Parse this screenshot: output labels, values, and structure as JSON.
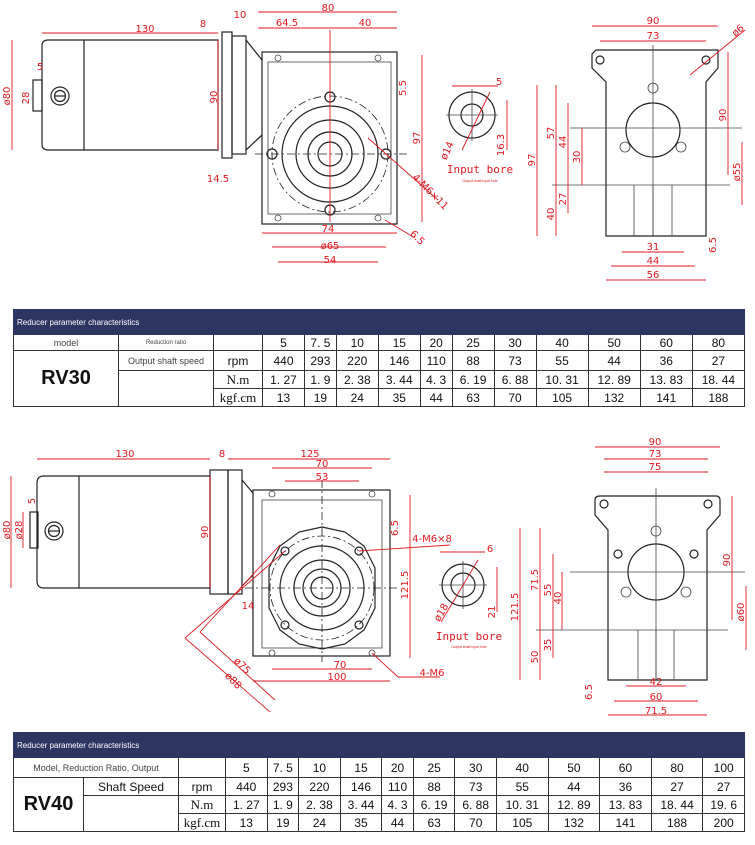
{
  "rv30_drawing": {
    "side_view": [
      "130",
      "8",
      "10",
      "80",
      "64.5",
      "40",
      "ø80",
      "28",
      "5",
      "90",
      "5.5",
      "97",
      "14.5",
      "4-M6×11",
      "74",
      "ø65",
      "54",
      "6.5"
    ],
    "input_bore": {
      "dims": [
        "5",
        "ø14",
        "16.3"
      ],
      "label": "Input bore",
      "sublabel": "Output shaft input hole"
    },
    "end_view": [
      "90",
      "73",
      "ø6",
      "97",
      "57",
      "44",
      "30",
      "90",
      "ø55",
      "27",
      "40",
      "6.5",
      "31",
      "44",
      "56"
    ]
  },
  "rv30_table": {
    "header": "Reducer parameter characteristics",
    "model_label": "model",
    "ratio_label": "Reduction ratio",
    "speed_label": "Output shaft speed",
    "model": "RV30",
    "units": [
      "rpm",
      "N.m",
      "kgf.cm"
    ],
    "ratios": [
      "5",
      "7. 5",
      "10",
      "15",
      "20",
      "25",
      "30",
      "40",
      "50",
      "60",
      "80"
    ],
    "rpm": [
      "440",
      "293",
      "220",
      "146",
      "110",
      "88",
      "73",
      "55",
      "44",
      "36",
      "27"
    ],
    "nm": [
      "1. 27",
      "1. 9",
      "2. 38",
      "3. 44",
      "4. 3",
      "6. 19",
      "6. 88",
      "10. 31",
      "12. 89",
      "13. 83",
      "18. 44"
    ],
    "kgfcm": [
      "13",
      "19",
      "24",
      "35",
      "44",
      "63",
      "70",
      "105",
      "132",
      "141",
      "188"
    ]
  },
  "rv40_drawing": {
    "side_view": [
      "130",
      "8",
      "125",
      "70",
      "53",
      "ø80",
      "ø28",
      "5",
      "90",
      "6.5",
      "4-M6×8",
      "121.5",
      "14",
      "ø75",
      "ø88",
      "70",
      "100",
      "4-M6"
    ],
    "input_bore": {
      "dims": [
        "6",
        "ø18",
        "21"
      ],
      "label": "Input bore",
      "sublabel": "Output shaft input hole"
    },
    "end_view": [
      "90",
      "73",
      "75",
      "121.5",
      "71.5",
      "55",
      "40",
      "90",
      "ø60",
      "35",
      "50",
      "6.5",
      "42",
      "60",
      "71.5"
    ]
  },
  "rv40_table": {
    "header": "Reducer parameter characteristics",
    "model_ratio_label": "Model, Reduction Ratio, Output",
    "speed_label": "Shaft Speed",
    "model": "RV40",
    "units": [
      "rpm",
      "N.m",
      "kgf.cm"
    ],
    "ratios": [
      "5",
      "7. 5",
      "10",
      "15",
      "20",
      "25",
      "30",
      "40",
      "50",
      "60",
      "80",
      "100"
    ],
    "rpm": [
      "440",
      "293",
      "220",
      "146",
      "110",
      "88",
      "73",
      "55",
      "44",
      "36",
      "27",
      "27"
    ],
    "nm": [
      "1. 27",
      "1. 9",
      "2. 38",
      "3. 44",
      "4. 3",
      "6. 19",
      "6. 88",
      "10. 31",
      "12. 89",
      "13. 83",
      "18. 44",
      "19. 6"
    ],
    "kgfcm": [
      "13",
      "19",
      "24",
      "35",
      "44",
      "63",
      "70",
      "105",
      "132",
      "141",
      "188",
      "200"
    ]
  }
}
